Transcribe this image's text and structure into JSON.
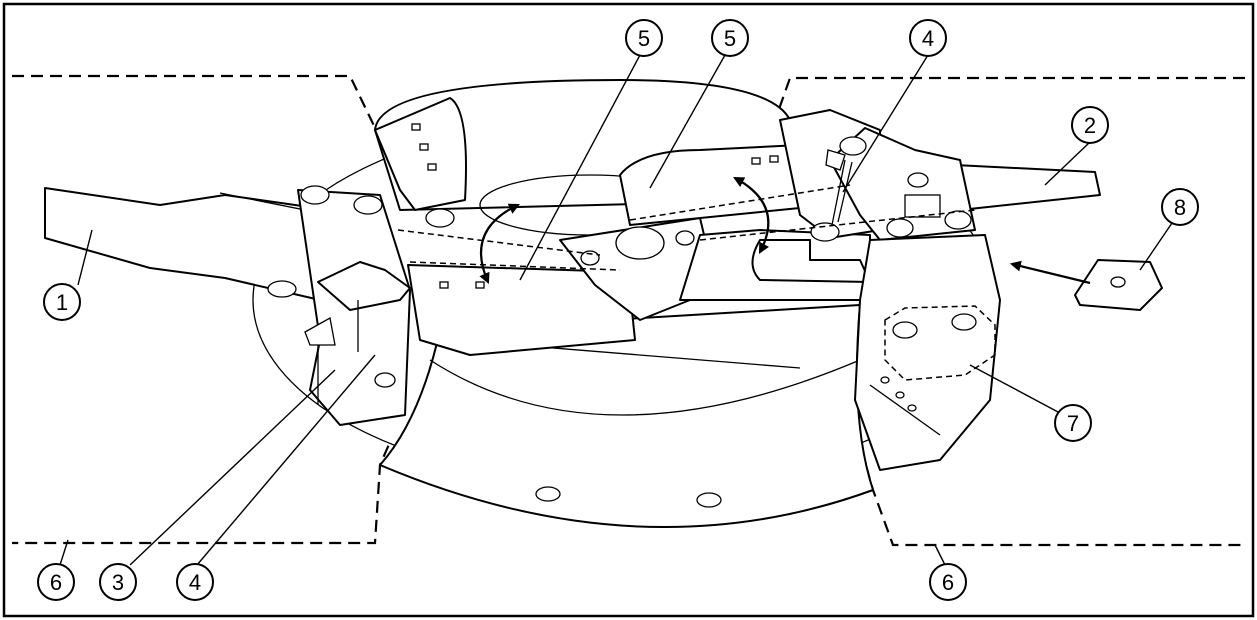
{
  "callouts": [
    {
      "id": "c1",
      "label": "1"
    },
    {
      "id": "c2",
      "label": "2"
    },
    {
      "id": "c3",
      "label": "3"
    },
    {
      "id": "c4a",
      "label": "4"
    },
    {
      "id": "c4b",
      "label": "4"
    },
    {
      "id": "c5a",
      "label": "5"
    },
    {
      "id": "c5b",
      "label": "5"
    },
    {
      "id": "c6a",
      "label": "6"
    },
    {
      "id": "c6b",
      "label": "6"
    },
    {
      "id": "c7",
      "label": "7"
    },
    {
      "id": "c8",
      "label": "8"
    }
  ]
}
